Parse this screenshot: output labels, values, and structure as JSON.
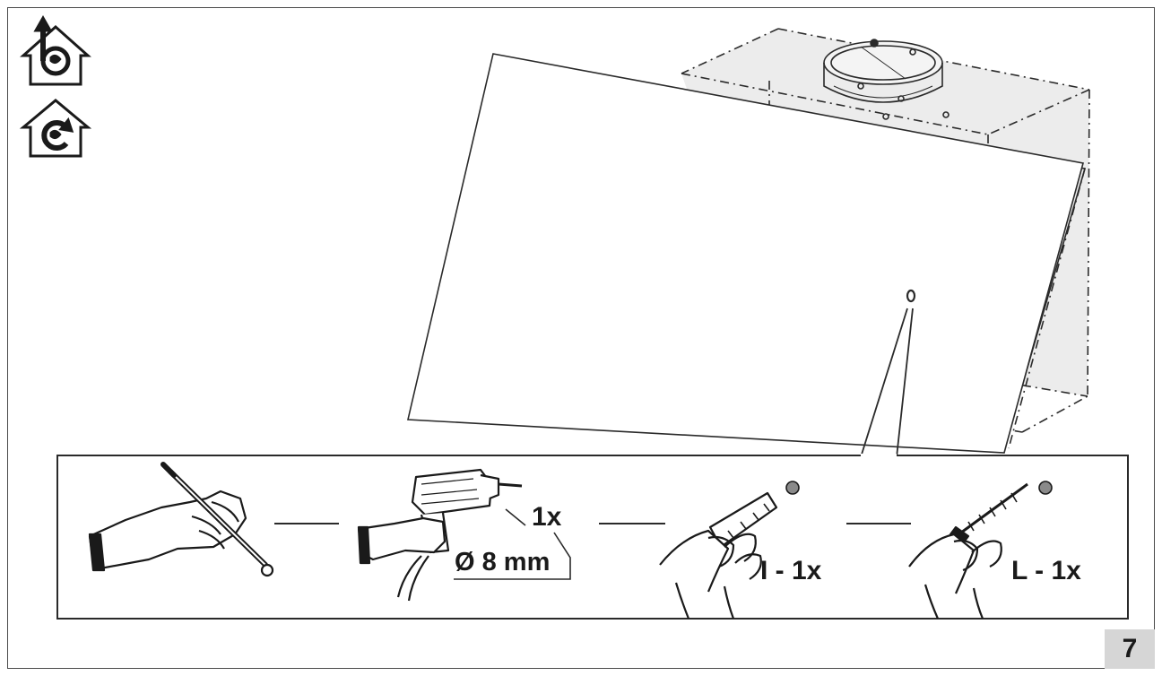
{
  "diagram": {
    "step_number": "7",
    "icons": {
      "top_icon": "ducted-extraction-icon",
      "bottom_icon": "recirculation-icon"
    },
    "steps": [
      {
        "action": "mark-hole",
        "icon": "hand-pencil-icon"
      },
      {
        "action": "drill-hole",
        "icon": "hand-drill-icon",
        "quantity": "1x",
        "diameter": "Ø 8 mm"
      },
      {
        "action": "insert-wall-plug",
        "icon": "hand-wall-plug-icon",
        "quantity": "I - 1x"
      },
      {
        "action": "insert-screw",
        "icon": "hand-screw-icon",
        "quantity": "L - 1x"
      }
    ],
    "colors": {
      "line": "#2a2a2a",
      "hood_fill": "#ececec",
      "plug_dot": "#8a8a8a",
      "page_number_bg": "#d6d6d6"
    }
  }
}
